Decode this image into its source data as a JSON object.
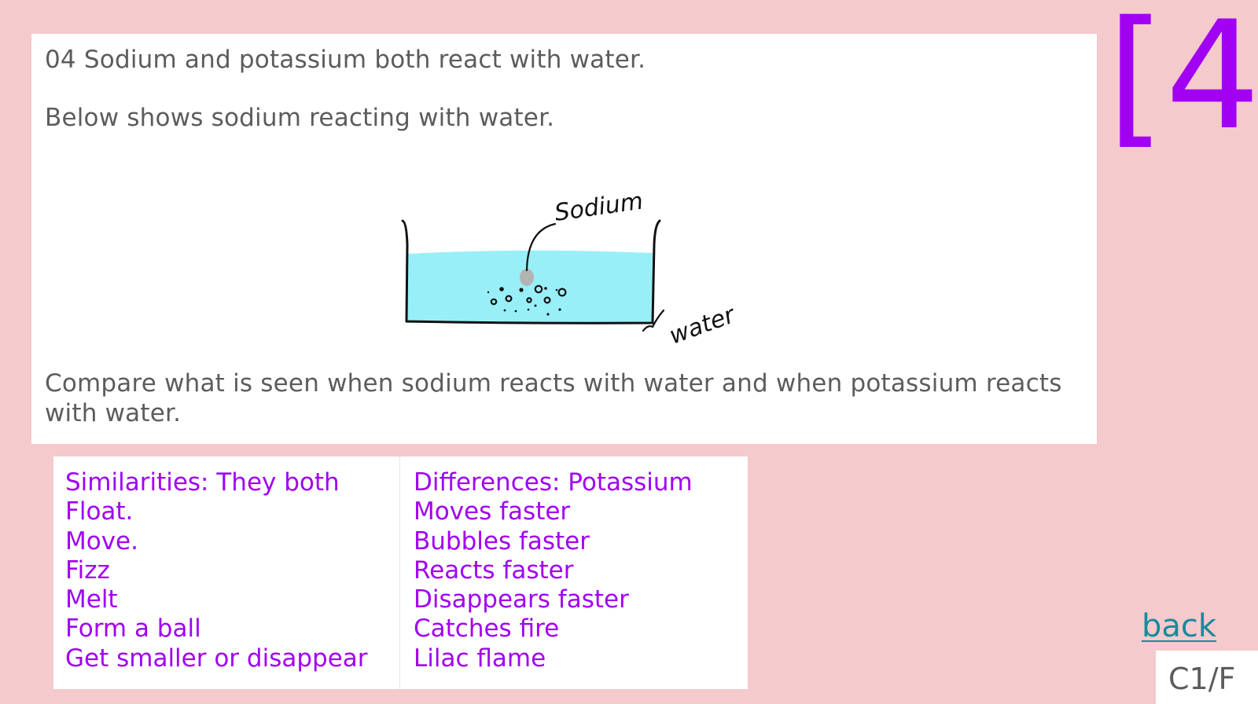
{
  "question": {
    "heading": "04 Sodium and potassium both react with water.",
    "intro": "Below shows sodium reacting with water.",
    "prompt": "Compare what is seen when sodium reacts with water and when potassium reacts with water."
  },
  "diagram": {
    "labels": {
      "sodium": "Sodium",
      "water": "water"
    },
    "colors": {
      "water": "#99eff8",
      "sodium_piece": "#b3b3b3",
      "ink": "#111111"
    }
  },
  "marks": "[4]",
  "answers": {
    "similarities": [
      "Similarities: They both",
      "Float.",
      "Move.",
      "Fizz",
      "Melt",
      "Form a ball",
      "Get smaller or disappear"
    ],
    "differences": [
      "Differences: Potassium",
      "Moves faster",
      "Bubbles faster",
      "Reacts faster",
      "Disappears faster",
      "Catches fire",
      "Lilac flame"
    ]
  },
  "navigation": {
    "back_label": "back"
  },
  "slide_code": "C1/F",
  "colors": {
    "background": "#f4cacc",
    "accent_purple": "#a100f2",
    "link_teal": "#178a9c",
    "body_text": "#5c5c5c"
  }
}
